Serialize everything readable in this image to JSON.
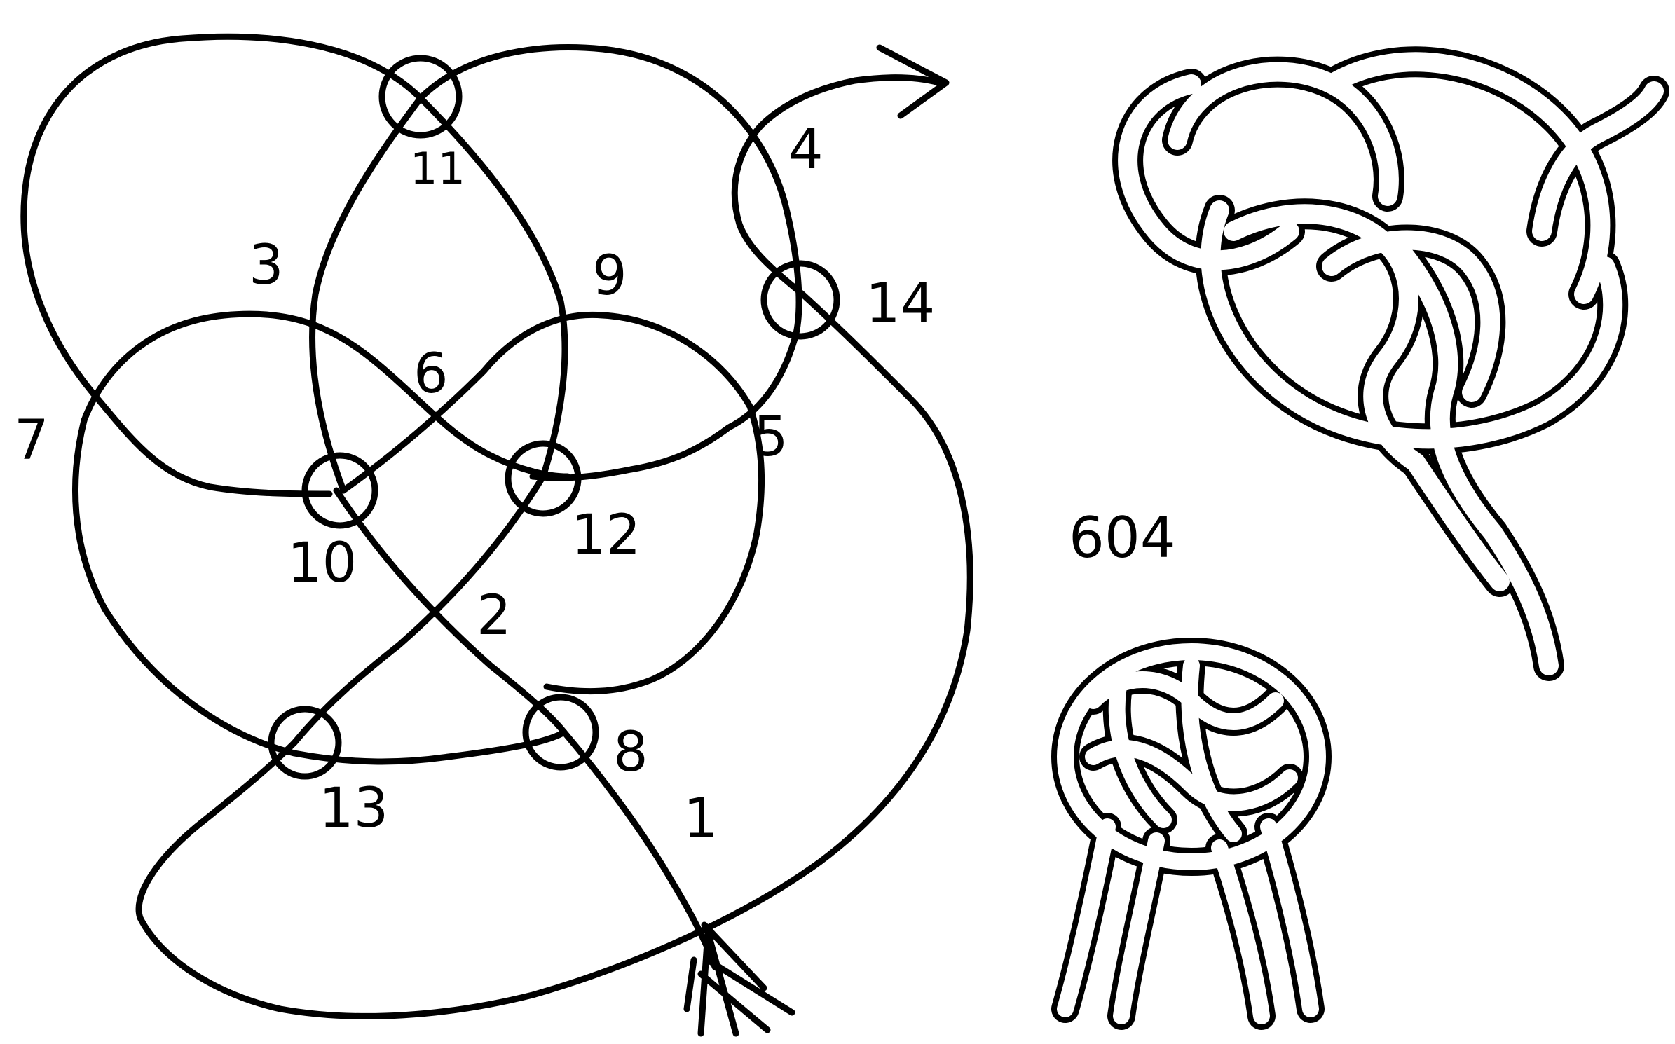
{
  "figure": {
    "number": "604",
    "ink_color": "#000000",
    "background": "#ffffff"
  },
  "diagram": {
    "crossing_labels": [
      "1",
      "2",
      "3",
      "4",
      "5",
      "6",
      "7",
      "8",
      "9",
      "10",
      "11",
      "12",
      "13",
      "14"
    ],
    "circled_crossings": [
      "8",
      "10",
      "11",
      "12",
      "13",
      "14"
    ],
    "start_marker": "feathered-arrow-tail",
    "end_marker": "arrowhead"
  },
  "illustrations": [
    {
      "name": "loose-knot-drawing",
      "description_icon": "knot-icon"
    },
    {
      "name": "finished-knot-drawing",
      "description_icon": "knot-icon"
    }
  ]
}
